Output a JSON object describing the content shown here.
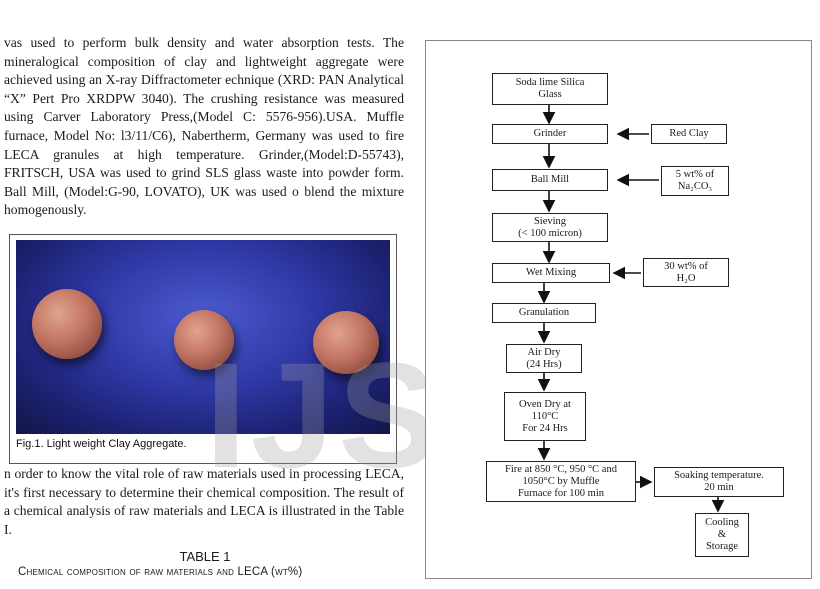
{
  "left_column": {
    "paragraph1": "vas used to perform bulk density and water absorption tests. The mineralogical composition of clay and lightweight aggregate were achieved using an X-ray Diffractometer echnique (XRD: PAN Analytical “X” Pert Pro XRDPW 3040). The crushing resistance was measured using Carver Laboratory Press,(Model C: 5576-956).USA. Muffle furnace, Model No: l3/11/C6), Nabertherm, Germany was used to fire LECA granules at high temperature. Grinder,(Model:D-55743), FRITSCH, USA was used to grind SLS glass waste into powder form. Ball Mill, (Model:G-90, LOVATO), UK was used o blend the mixture homogenously.",
    "figure_caption": "Fig.1. Light weight Clay Aggregate.",
    "paragraph2": "n order to know the vital role of raw materials used in processing LECA, it's first necessary to determine their chemical composition. The result of a chemical analysis of raw materials and LECA is illustrated in the Table I.",
    "table_title": "TABLE 1",
    "table_subtitle": "Chemical composition of raw materials and LECA (wt%)"
  },
  "flowchart": {
    "soda_lime": [
      "Soda lime Silica",
      "Glass"
    ],
    "grinder": "Grinder",
    "red_clay": "Red Clay",
    "ball_mill": "Ball Mill",
    "na2co3": [
      "5 wt% of",
      "Na₂CO₃"
    ],
    "sieving": [
      "Sieving",
      "(< 100 micron)"
    ],
    "wet_mixing": "Wet Mixing",
    "h2o": [
      "30 wt% of",
      "H₂O"
    ],
    "granulation": "Granulation",
    "air_dry": [
      "Air Dry",
      "(24 Hrs)"
    ],
    "oven_dry": [
      "Oven Dry at",
      "110°C",
      "For 24 Hrs"
    ],
    "fire": [
      "Fire at 850 °C, 950 °C and",
      "1050°C by Muffle",
      "Furnace for 100 min"
    ],
    "soaking": [
      "Soaking temperature.",
      "20 min"
    ],
    "cooling": [
      "Cooling",
      "&",
      "Storage"
    ]
  },
  "watermark": "IJSER"
}
